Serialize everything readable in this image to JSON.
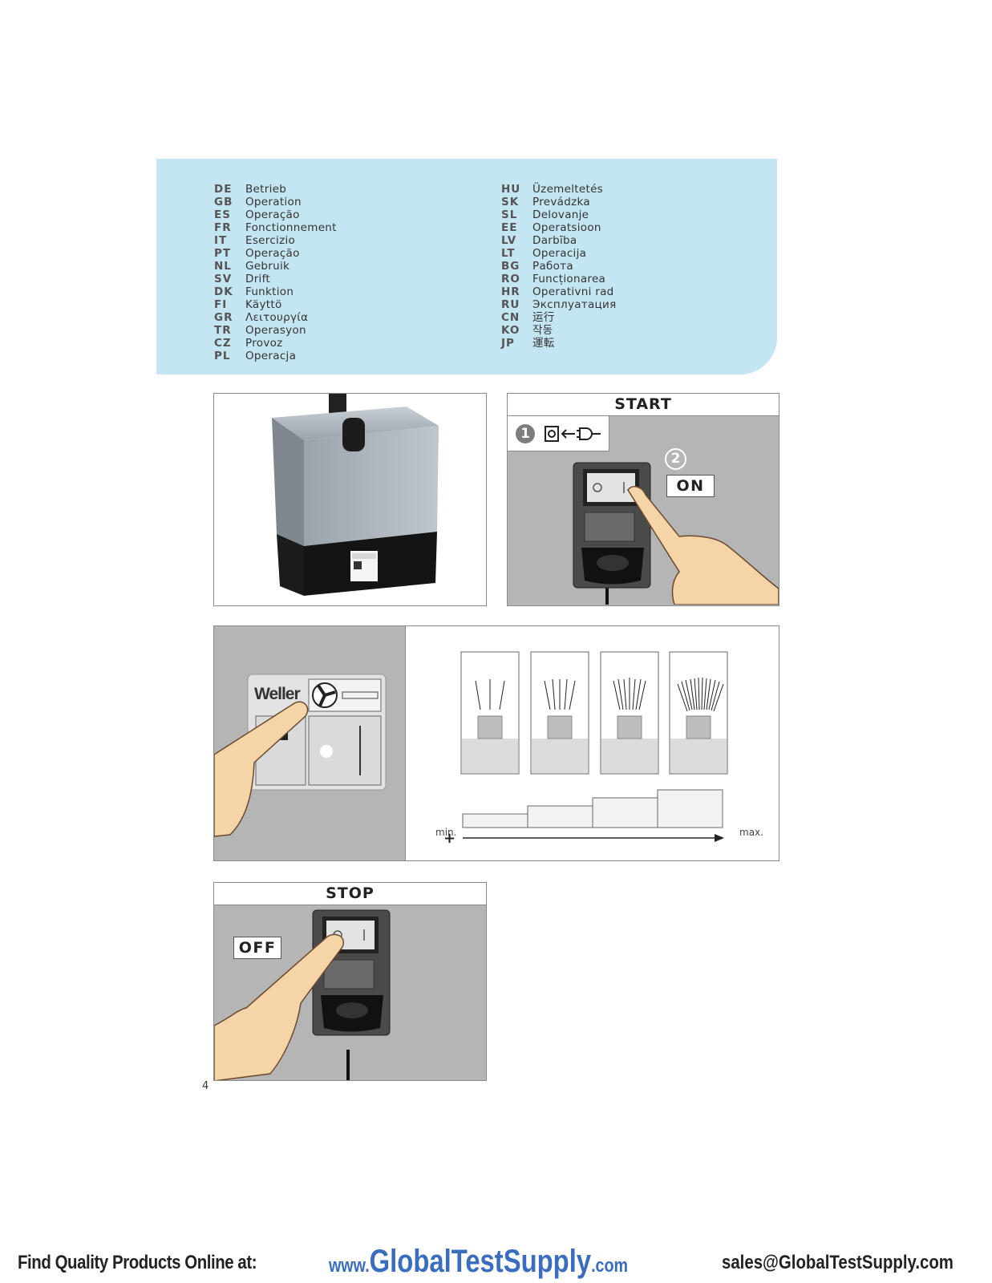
{
  "languages": {
    "left": [
      {
        "code": "DE",
        "label": "Betrieb"
      },
      {
        "code": "GB",
        "label": "Operation"
      },
      {
        "code": "ES",
        "label": "Operação"
      },
      {
        "code": "FR",
        "label": "Fonctionnement"
      },
      {
        "code": "IT",
        "label": "Esercizio"
      },
      {
        "code": "PT",
        "label": "Operação"
      },
      {
        "code": "NL",
        "label": "Gebruik"
      },
      {
        "code": "SV",
        "label": "Drift"
      },
      {
        "code": "DK",
        "label": "Funktion"
      },
      {
        "code": "FI",
        "label": "Käyttö"
      },
      {
        "code": "GR",
        "label": "Λειτουργία"
      },
      {
        "code": "TR",
        "label": "Operasyon"
      },
      {
        "code": "CZ",
        "label": "Provoz"
      },
      {
        "code": "PL",
        "label": "Operacja"
      }
    ],
    "right": [
      {
        "code": "HU",
        "label": "Üzemeltetés"
      },
      {
        "code": "SK",
        "label": "Prevádzka"
      },
      {
        "code": "SL",
        "label": "Delovanje"
      },
      {
        "code": "EE",
        "label": "Operatsioon"
      },
      {
        "code": "LV",
        "label": "Darbība"
      },
      {
        "code": "LT",
        "label": "Operacija"
      },
      {
        "code": "BG",
        "label": "Работа"
      },
      {
        "code": "RO",
        "label": "Funcționarea"
      },
      {
        "code": "HR",
        "label": "Operativni rad"
      },
      {
        "code": "RU",
        "label": "Эксплуатация"
      },
      {
        "code": "CN",
        "label": "运行"
      },
      {
        "code": "KO",
        "label": "작동"
      },
      {
        "code": "JP",
        "label": "運転"
      }
    ]
  },
  "start": {
    "title": "START",
    "step1": "1",
    "step2": "2",
    "on_label": "ON"
  },
  "speed": {
    "plus": "+",
    "min_label": "min.",
    "max_label": "max.",
    "axis_plus": "+",
    "brand": "Weller"
  },
  "stop": {
    "title": "STOP",
    "off_label": "OFF"
  },
  "page_number": "4",
  "footer": {
    "left": "Find Quality Products Online at:",
    "url_prefix": "www.",
    "url_main": "GlobalTestSupply",
    "url_suffix": ".com",
    "email": "sales@GlobalTestSupply.com"
  },
  "colors": {
    "panel_blue": "#c4e6f2",
    "link_blue": "#3a6dbd",
    "skin": "#f5d4a8",
    "grey": "#b5b5b5"
  }
}
